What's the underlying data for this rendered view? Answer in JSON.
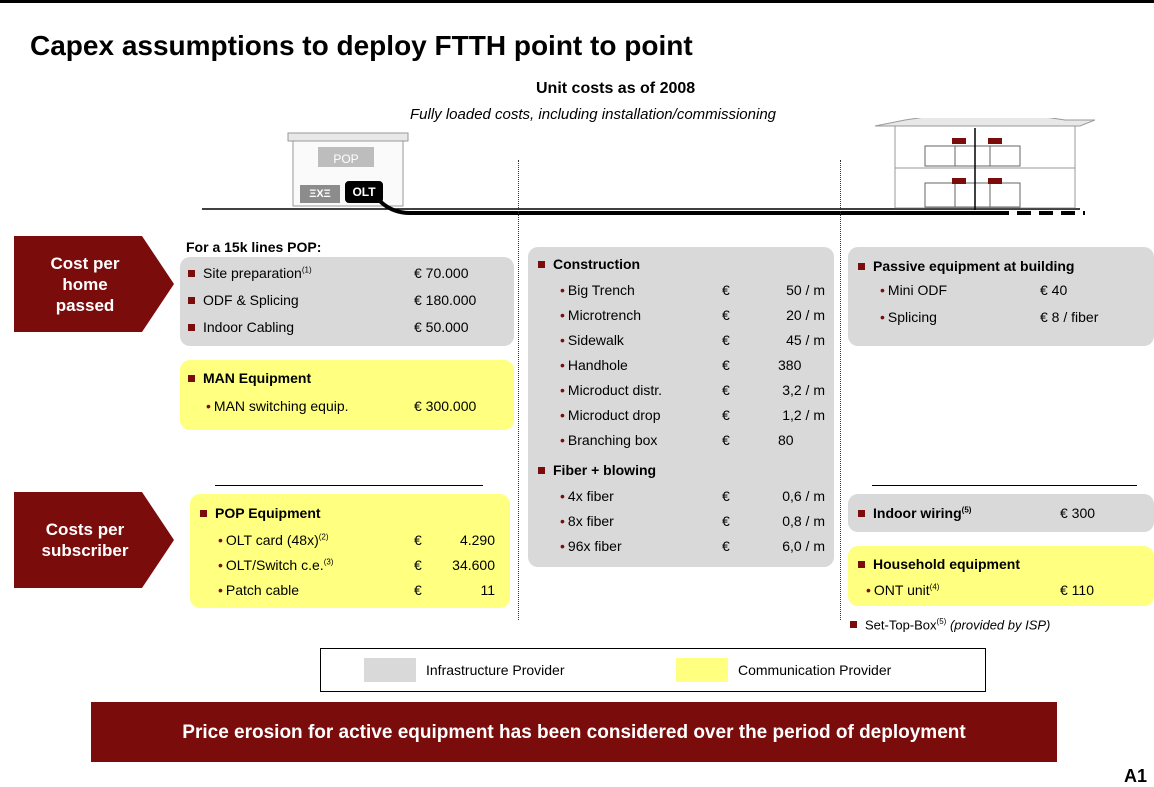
{
  "title": "Capex assumptions to deploy FTTH point to point",
  "subtitle": "Unit costs as of 2008",
  "subnote": "Fully loaded costs, including installation/commissioning",
  "diagram": {
    "pop_label": "POP",
    "olt_label": "OLT",
    "odf_label": "ΞXΞ"
  },
  "row_labels": {
    "home_passed": "Cost per home passed",
    "subscriber": "Costs per subscriber"
  },
  "left": {
    "pop_header": "For a 15k lines POP:",
    "site_prep": "Site preparation",
    "site_prep_note": "(1)",
    "site_prep_value": "€  70.000",
    "odf": "ODF & Splicing",
    "odf_value": "€  180.000",
    "indoor": "Indoor Cabling",
    "indoor_value": "€  50.000",
    "man_header": "MAN Equipment",
    "man_item": "MAN switching equip.",
    "man_value": "€  300.000",
    "pop_equipment_header": "POP Equipment",
    "olt_card": "OLT card (48x)",
    "olt_card_note": "(2)",
    "olt_card_cur": "€",
    "olt_card_value": "4.290",
    "olt_switch": "OLT/Switch c.e.",
    "olt_switch_note": "(3)",
    "olt_switch_cur": "€",
    "olt_switch_value": "34.600",
    "patch": "Patch cable",
    "patch_cur": "€",
    "patch_value": "11"
  },
  "middle": {
    "construction_header": "Construction",
    "construction_items": [
      {
        "label": "Big Trench",
        "cur": "€",
        "value": "50 / m"
      },
      {
        "label": "Microtrench",
        "cur": "€",
        "value": "20 / m"
      },
      {
        "label": "Sidewalk",
        "cur": "€",
        "value": "45 / m"
      },
      {
        "label": "Handhole",
        "cur": "€",
        "value": "380"
      },
      {
        "label": "Microduct distr.",
        "cur": "€",
        "value": "3,2 / m"
      },
      {
        "label": "Microduct drop",
        "cur": "€",
        "value": "1,2 / m"
      },
      {
        "label": "Branching box",
        "cur": "€",
        "value": "80"
      }
    ],
    "fiber_header": "Fiber  + blowing",
    "fiber_items": [
      {
        "label": "4x fiber",
        "cur": "€",
        "value": "0,6 / m"
      },
      {
        "label": "8x fiber",
        "cur": "€",
        "value": "0,8 / m"
      },
      {
        "label": "96x fiber",
        "cur": "€",
        "value": "6,0 / m"
      }
    ]
  },
  "right": {
    "passive_header": "Passive equipment at building",
    "mini_odf": "Mini ODF",
    "mini_odf_value": "€  40",
    "splicing": "Splicing",
    "splicing_value": "€   8 / fiber",
    "indoor_wiring": "Indoor wiring",
    "indoor_wiring_note": "(5)",
    "indoor_wiring_value": "€  300",
    "household_header": "Household equipment",
    "ont": "ONT unit",
    "ont_note": "(4)",
    "ont_value": "€  110",
    "stb": "Set-Top-Box",
    "stb_note": "(5)",
    "stb_provided": "(provided by ISP)"
  },
  "legend": {
    "infra": "Infrastructure Provider",
    "comm": "Communication  Provider"
  },
  "banner": "Price erosion for active equipment has been considered over the period of deployment",
  "page_mark": "A1",
  "colors": {
    "accent": "#7b0c0c",
    "infrastructure": "#d9d9d9",
    "communication": "#ffff80"
  }
}
